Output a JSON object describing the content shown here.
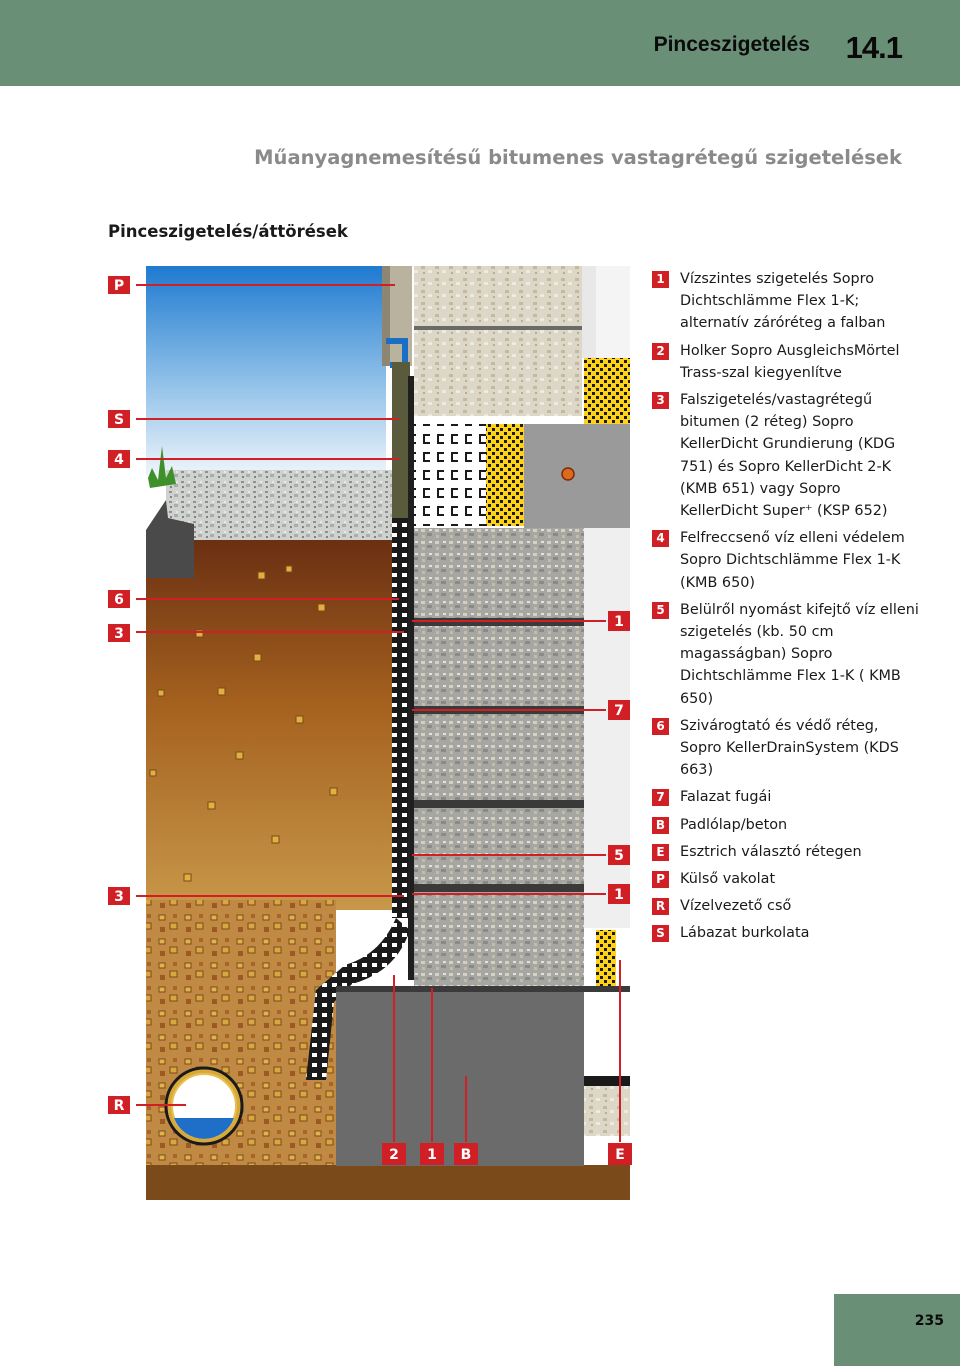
{
  "header": {
    "title": "Pinceszigetelés",
    "chapter": "14.1"
  },
  "main_heading": "Műanyagnemesítésű bitumenes vastagrétegű szigetelések",
  "sub_heading": "Pinceszigetelés/áttörések",
  "colors": {
    "header_bg": "#6a8f77",
    "accent_red": "#d11f26",
    "heading_gray": "#8a8a8a"
  },
  "diagram": {
    "callouts": {
      "left": [
        "P",
        "S",
        "4",
        "6",
        "3",
        "3",
        "R"
      ],
      "inner": [
        "1",
        "7",
        "5",
        "1"
      ],
      "bottom": [
        "2",
        "1",
        "B",
        "E"
      ]
    }
  },
  "legend": [
    {
      "key": "1",
      "text": "Vízszintes szigetelés Sopro Dichtschlämme Flex 1-K; alternatív záróréteg a falban"
    },
    {
      "key": "2",
      "text": "Holker Sopro AusgleichsMörtel Trass-szal kiegyenlítve"
    },
    {
      "key": "3",
      "text": "Falszigetelés/vastagrétegű bitumen (2 réteg) Sopro KellerDicht Grundierung (KDG 751) és Sopro KellerDicht 2-K (KMB 651) vagy Sopro KellerDicht Super⁺ (KSP 652)"
    },
    {
      "key": "4",
      "text": "Felfreccsenő víz elleni védelem Sopro Dichtschlämme Flex 1-K (KMB 650)"
    },
    {
      "key": "5",
      "text": "Belülről nyomást kifejtő víz elleni szigetelés (kb. 50 cm magasságban) Sopro Dichtschlämme Flex 1-K ( KMB 650)"
    },
    {
      "key": "6",
      "text": "Szivárogtató és védő réteg, Sopro KellerDrainSystem (KDS 663)"
    },
    {
      "key": "7",
      "text": "Falazat fugái"
    },
    {
      "key": "B",
      "text": "Padlólap/beton"
    },
    {
      "key": "E",
      "text": "Esztrich választó rétegen"
    },
    {
      "key": "P",
      "text": "Külső vakolat"
    },
    {
      "key": "R",
      "text": "Vízelvezető cső"
    },
    {
      "key": "S",
      "text": "Lábazat burkolata"
    }
  ],
  "page_number": "235"
}
